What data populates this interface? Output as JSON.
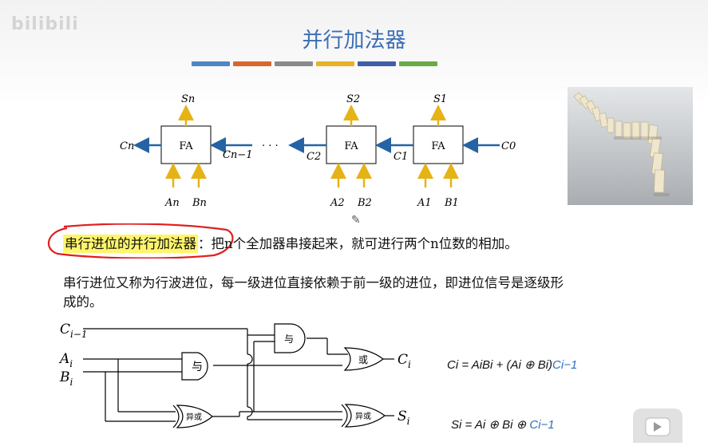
{
  "watermark": "bilibili",
  "title": "并行加法器",
  "accent_colors": [
    "#4f86c6",
    "#d9662d",
    "#8a8a8a",
    "#e9b224",
    "#3f5fa8",
    "#6aab45"
  ],
  "fa_diagram": {
    "block_label": "FA",
    "dots": "· · ·",
    "left_block": {
      "sum": "Sn",
      "carry_out": "Cn",
      "carry_in": "Cn−1",
      "a": "An",
      "b": "Bn"
    },
    "mid_block": {
      "sum": "S2",
      "carry_out": "C2",
      "carry_in": "C1",
      "a": "A2",
      "b": "B2"
    },
    "right_block": {
      "sum": "S1",
      "carry_in": "C0",
      "a": "A1",
      "b": "B1"
    }
  },
  "paragraph1": {
    "highlight": "串行进位的并行加法器",
    "rest": "：把n个全加器串接起来，就可进行两个n位数的相加。"
  },
  "paragraph2": "串行进位又称为行波进位，每一级进位直接依赖于前一级的进位，即进位信号是逐级形成的。",
  "circuit": {
    "inputs": {
      "c": "C",
      "c_sub": "i−1",
      "a": "A",
      "a_sub": "i",
      "b": "B",
      "b_sub": "i"
    },
    "gates": {
      "and_top": "与",
      "and_mid": "与",
      "xor1": "异或",
      "or": "或",
      "xor2": "异或"
    },
    "outputs": {
      "c": "C",
      "c_sub": "i",
      "s": "S",
      "s_sub": "i"
    }
  },
  "formulas": {
    "carry": {
      "lhs": "Ci = AiBi + (Ai ⊕ Bi)",
      "tail": "Ci−1"
    },
    "sum": {
      "lhs": "Si = Ai ⊕ Bi ⊕ ",
      "tail": "Ci−1"
    }
  }
}
